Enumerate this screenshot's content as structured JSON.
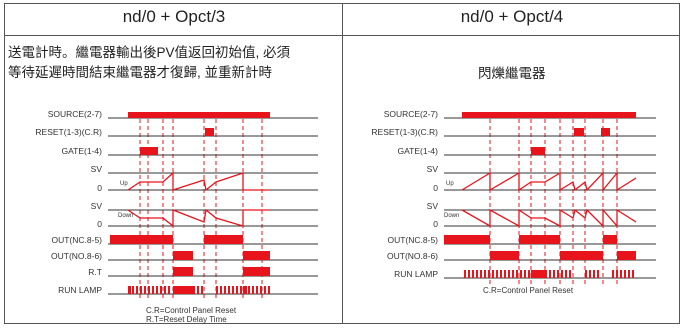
{
  "left_panel": {
    "title": "nd/0 + Opct/3",
    "desc_line1": "送電計時。繼電器輸出後PV值返回初始值, 必須",
    "desc_line2": "等待延遲時間結束繼電器才復歸, 並重新計時",
    "signal_labels": [
      "SOURCE(2-7)",
      "RESET(1-3)(C.R)",
      "GATE(1-4)",
      "SV",
      "0",
      "SV",
      "0",
      "OUT(NC.8-5)",
      "OUT(NO.8-6)",
      "R.T",
      "RUN LAMP"
    ],
    "up_label": "Up",
    "down_label": "Down",
    "note1": "C.R=Control Panel Reset",
    "note2": "R.T=Reset Delay Time"
  },
  "right_panel": {
    "title": "nd/0 + Opct/4",
    "desc_line1": "閃爍繼電器",
    "signal_labels": [
      "SOURCE(2-7)",
      "RESET(1-3)(C.R)",
      "GATE(1-4)",
      "SV",
      "0",
      "SV",
      "0",
      "OUT(NC.8-5)",
      "OUT(NO.8-6)",
      "RUN LAMP"
    ],
    "up_label": "Up",
    "down_label": "Down",
    "note1": "C.R=Control Panel Reset"
  },
  "colors": {
    "signal": "#e8141c",
    "line": "#333333",
    "border": "#555555"
  }
}
